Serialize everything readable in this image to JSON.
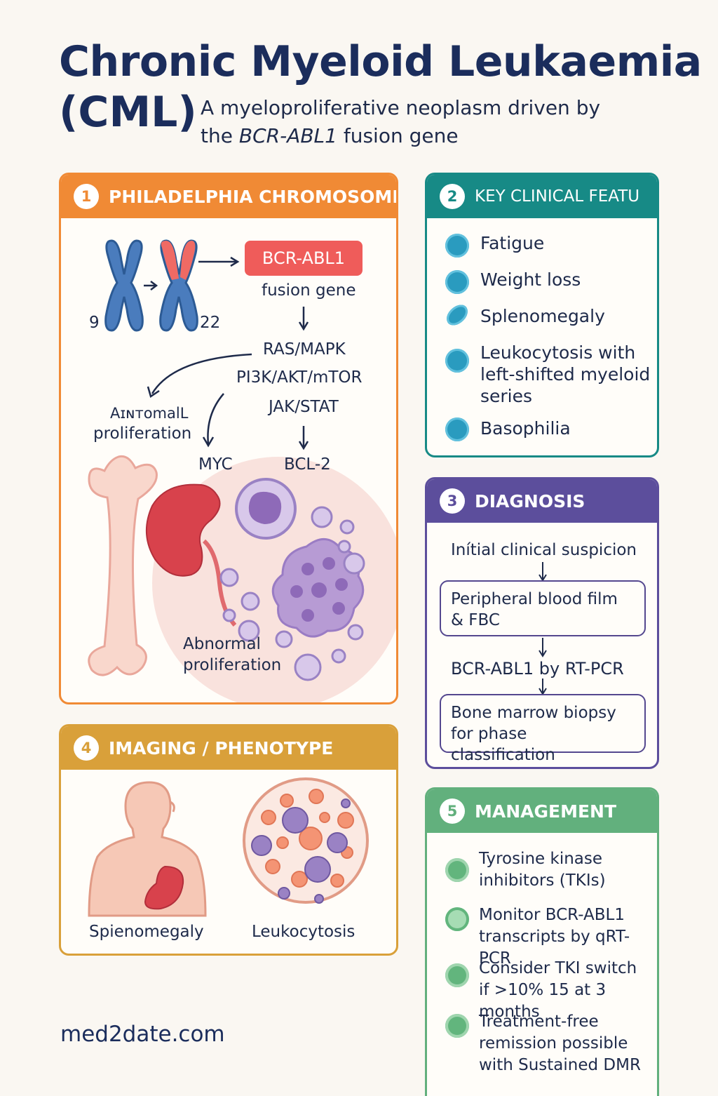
{
  "header": {
    "title_line1": "Chronic Myeloid Leukaemia",
    "title_line2": "(CML)",
    "subtitle_part1": "A myeloproliferative neoplasm driven by the ",
    "subtitle_gene": "BCR-ABL1",
    "subtitle_part2": " fusion gene"
  },
  "panels": {
    "philadelphia": {
      "number": "1",
      "title": "PHILADELPHIA CHROMOSOME",
      "color": "#f08a35",
      "chr_left_label": "9",
      "chr_right_label": "22",
      "fusion_badge": "BCR-ABL1",
      "fusion_caption": "fusion gene",
      "pathways": [
        "RAS/MAPK",
        "PI3K/AKT/mTOR",
        "JAK/STAT"
      ],
      "targets": [
        "MYC",
        "BCL-2"
      ],
      "left_outcome_line1": "AɪɴᴛomaⅼL",
      "left_outcome_line2": "proliferation",
      "marrow_caption_line1": "Abnormal",
      "marrow_caption_line2": "proliferation"
    },
    "clinical": {
      "number": "2",
      "title": "KEY CLINICAL FEATU",
      "color": "#178a86",
      "items": [
        {
          "icon": "cell-icon",
          "text": "Fatigue"
        },
        {
          "icon": "cell-icon",
          "text": "Weight loss"
        },
        {
          "icon": "spleen-icon",
          "text": "Splenomegaly"
        },
        {
          "icon": "cell-icon",
          "text": "Leukocytosis with left-shifted myeloid series"
        },
        {
          "icon": "cell-icon",
          "text": "Basophilia"
        }
      ]
    },
    "diagnosis": {
      "number": "3",
      "title": "DIAGNOSIS",
      "color": "#5c4e9c",
      "step1": "Inítial clinical suspicion",
      "step2": "Peripheral blood film & FBC",
      "step3": "BCR-ABL1 by RT-PCR",
      "step4": "Bone marrow biopsy for phase classification"
    },
    "imaging": {
      "number": "4",
      "title": "IMAGING / PHENOTYPE",
      "color": "#d9a03a",
      "caption_left": "Spienomegaly",
      "caption_right": "Leukocytosis"
    },
    "management": {
      "number": "5",
      "title": "MANAGEMENT",
      "color": "#62b07d",
      "items": [
        {
          "text": "Tyrosine kinase inhibitors (TKIs)"
        },
        {
          "text": "Monitor BCR-ABL1 transcripts by qRT-PCR"
        },
        {
          "text": "Consider TKI switch if >10% 15 at 3 months"
        },
        {
          "text": "Treatment-free remission possible with Sustained DMR"
        }
      ]
    }
  },
  "footer": {
    "site": "med2date.com"
  }
}
